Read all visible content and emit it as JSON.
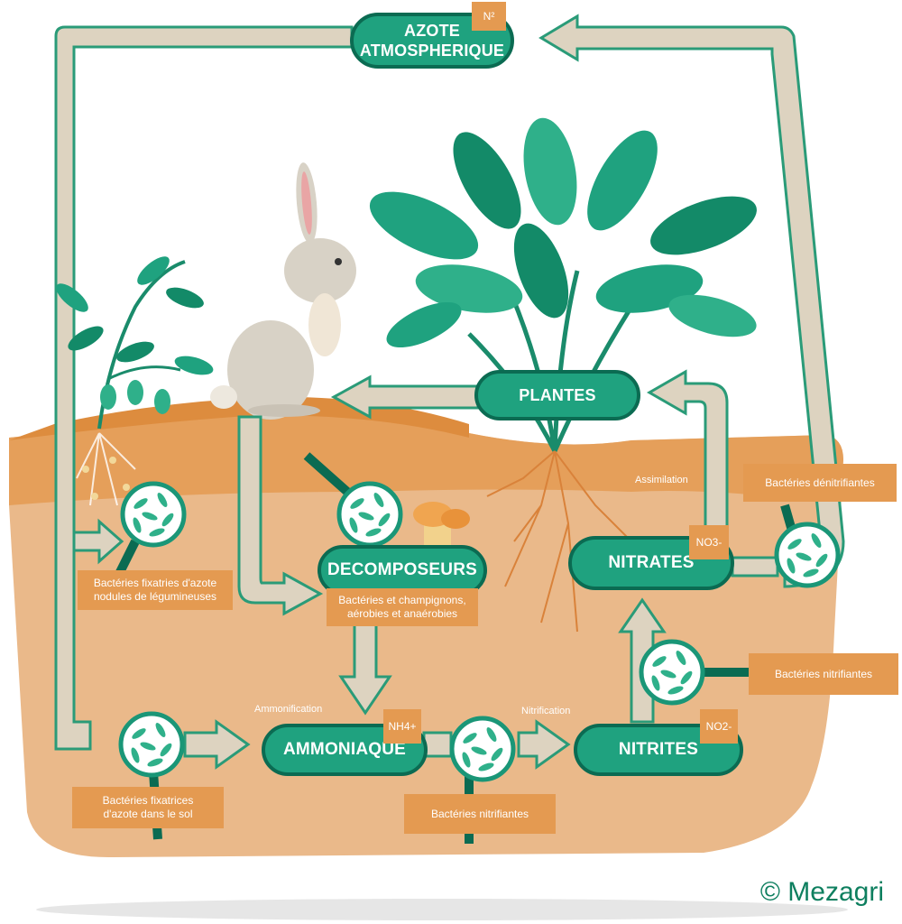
{
  "colors": {
    "node_fill": "#1fa27f",
    "node_border": "#0b6b52",
    "soil_light": "#eab98a",
    "soil_dark": "#e49a51",
    "arrow_fill": "#ddd3c0",
    "arrow_border": "#2a9b78",
    "label_fill": "#e49a51"
  },
  "nodes": {
    "azote": {
      "line1": "AZOTE",
      "line2": "ATMOSPHERIQUE",
      "formula": "N²"
    },
    "plantes": {
      "label": "PLANTES"
    },
    "decomposeurs": {
      "label": "DECOMPOSEURS"
    },
    "nitrates": {
      "label": "NITRATES",
      "formula": "NO3-"
    },
    "ammoniaque": {
      "label": "AMMONIAQUE",
      "formula": "NH4+"
    },
    "nitrites": {
      "label": "NITRITES",
      "formula": "NO2-"
    }
  },
  "labels": {
    "fixatrices_nodules": {
      "line1": "Bactéries fixatries d'azote",
      "line2": "nodules de légumineuses"
    },
    "decomposeurs_desc": {
      "line1": "Bactéries et champignons,",
      "line2": "aérobies et anaérobies"
    },
    "denitrifiantes": "Bactéries dénitrifiantes",
    "nitrifiantes_right": "Bactéries nitrifiantes",
    "fixatrices_sol": {
      "line1": "Bactéries fixatrices",
      "line2": "d'azote dans le sol"
    },
    "nitrifiantes_bottom": "Bactéries nitrifiantes"
  },
  "processes": {
    "assimilation": "Assimilation",
    "ammonification": "Ammonification",
    "nitrification": "Nitrification"
  },
  "copyright": "© Mezagri"
}
